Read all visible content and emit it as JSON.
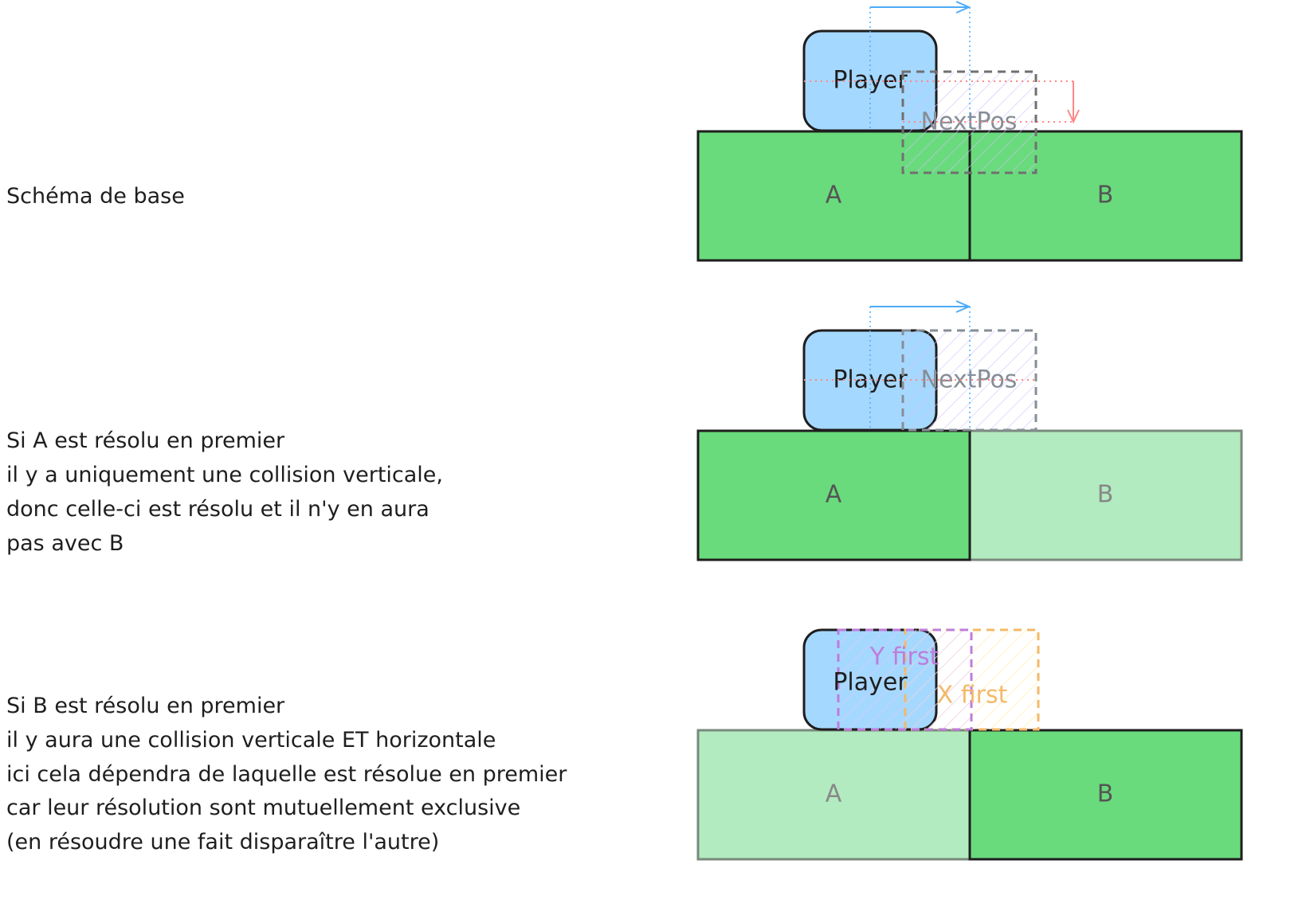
{
  "colors": {
    "player_fill": "#a5d8ff",
    "ground_fill": "#69db7c",
    "ground_faded_fill": "#b2ebbf",
    "stroke": "#1e1e1e",
    "nextpos_stroke": "#868e96",
    "blue_arrow": "#4dabf7",
    "red_arrow": "#ff8787",
    "purple": "#be7ddb",
    "orange": "#f3b96a"
  },
  "scenes": [
    {
      "description_lines": [
        "Schéma de base"
      ],
      "player_label": "Player",
      "next_label": "NextPos",
      "block_a": "A",
      "block_b": "B"
    },
    {
      "description_lines": [
        "Si A est résolu en premier",
        "il y a uniquement une collision verticale,",
        "donc celle-ci est résolu et il n'y en aura",
        "pas avec B"
      ],
      "player_label": "Player",
      "next_label": "NextPos",
      "block_a": "A",
      "block_b": "B"
    },
    {
      "description_lines": [
        "Si B est résolu en premier",
        "il y aura une collision verticale ET horizontale",
        "ici cela dépendra de laquelle est résolue en premier",
        "car leur résolution sont mutuellement exclusive",
        "(en résoudre une fait disparaître l'autre)"
      ],
      "player_label": "Player",
      "y_first_label": "Y first",
      "x_first_label": "X first",
      "block_a": "A",
      "block_b": "B"
    }
  ]
}
